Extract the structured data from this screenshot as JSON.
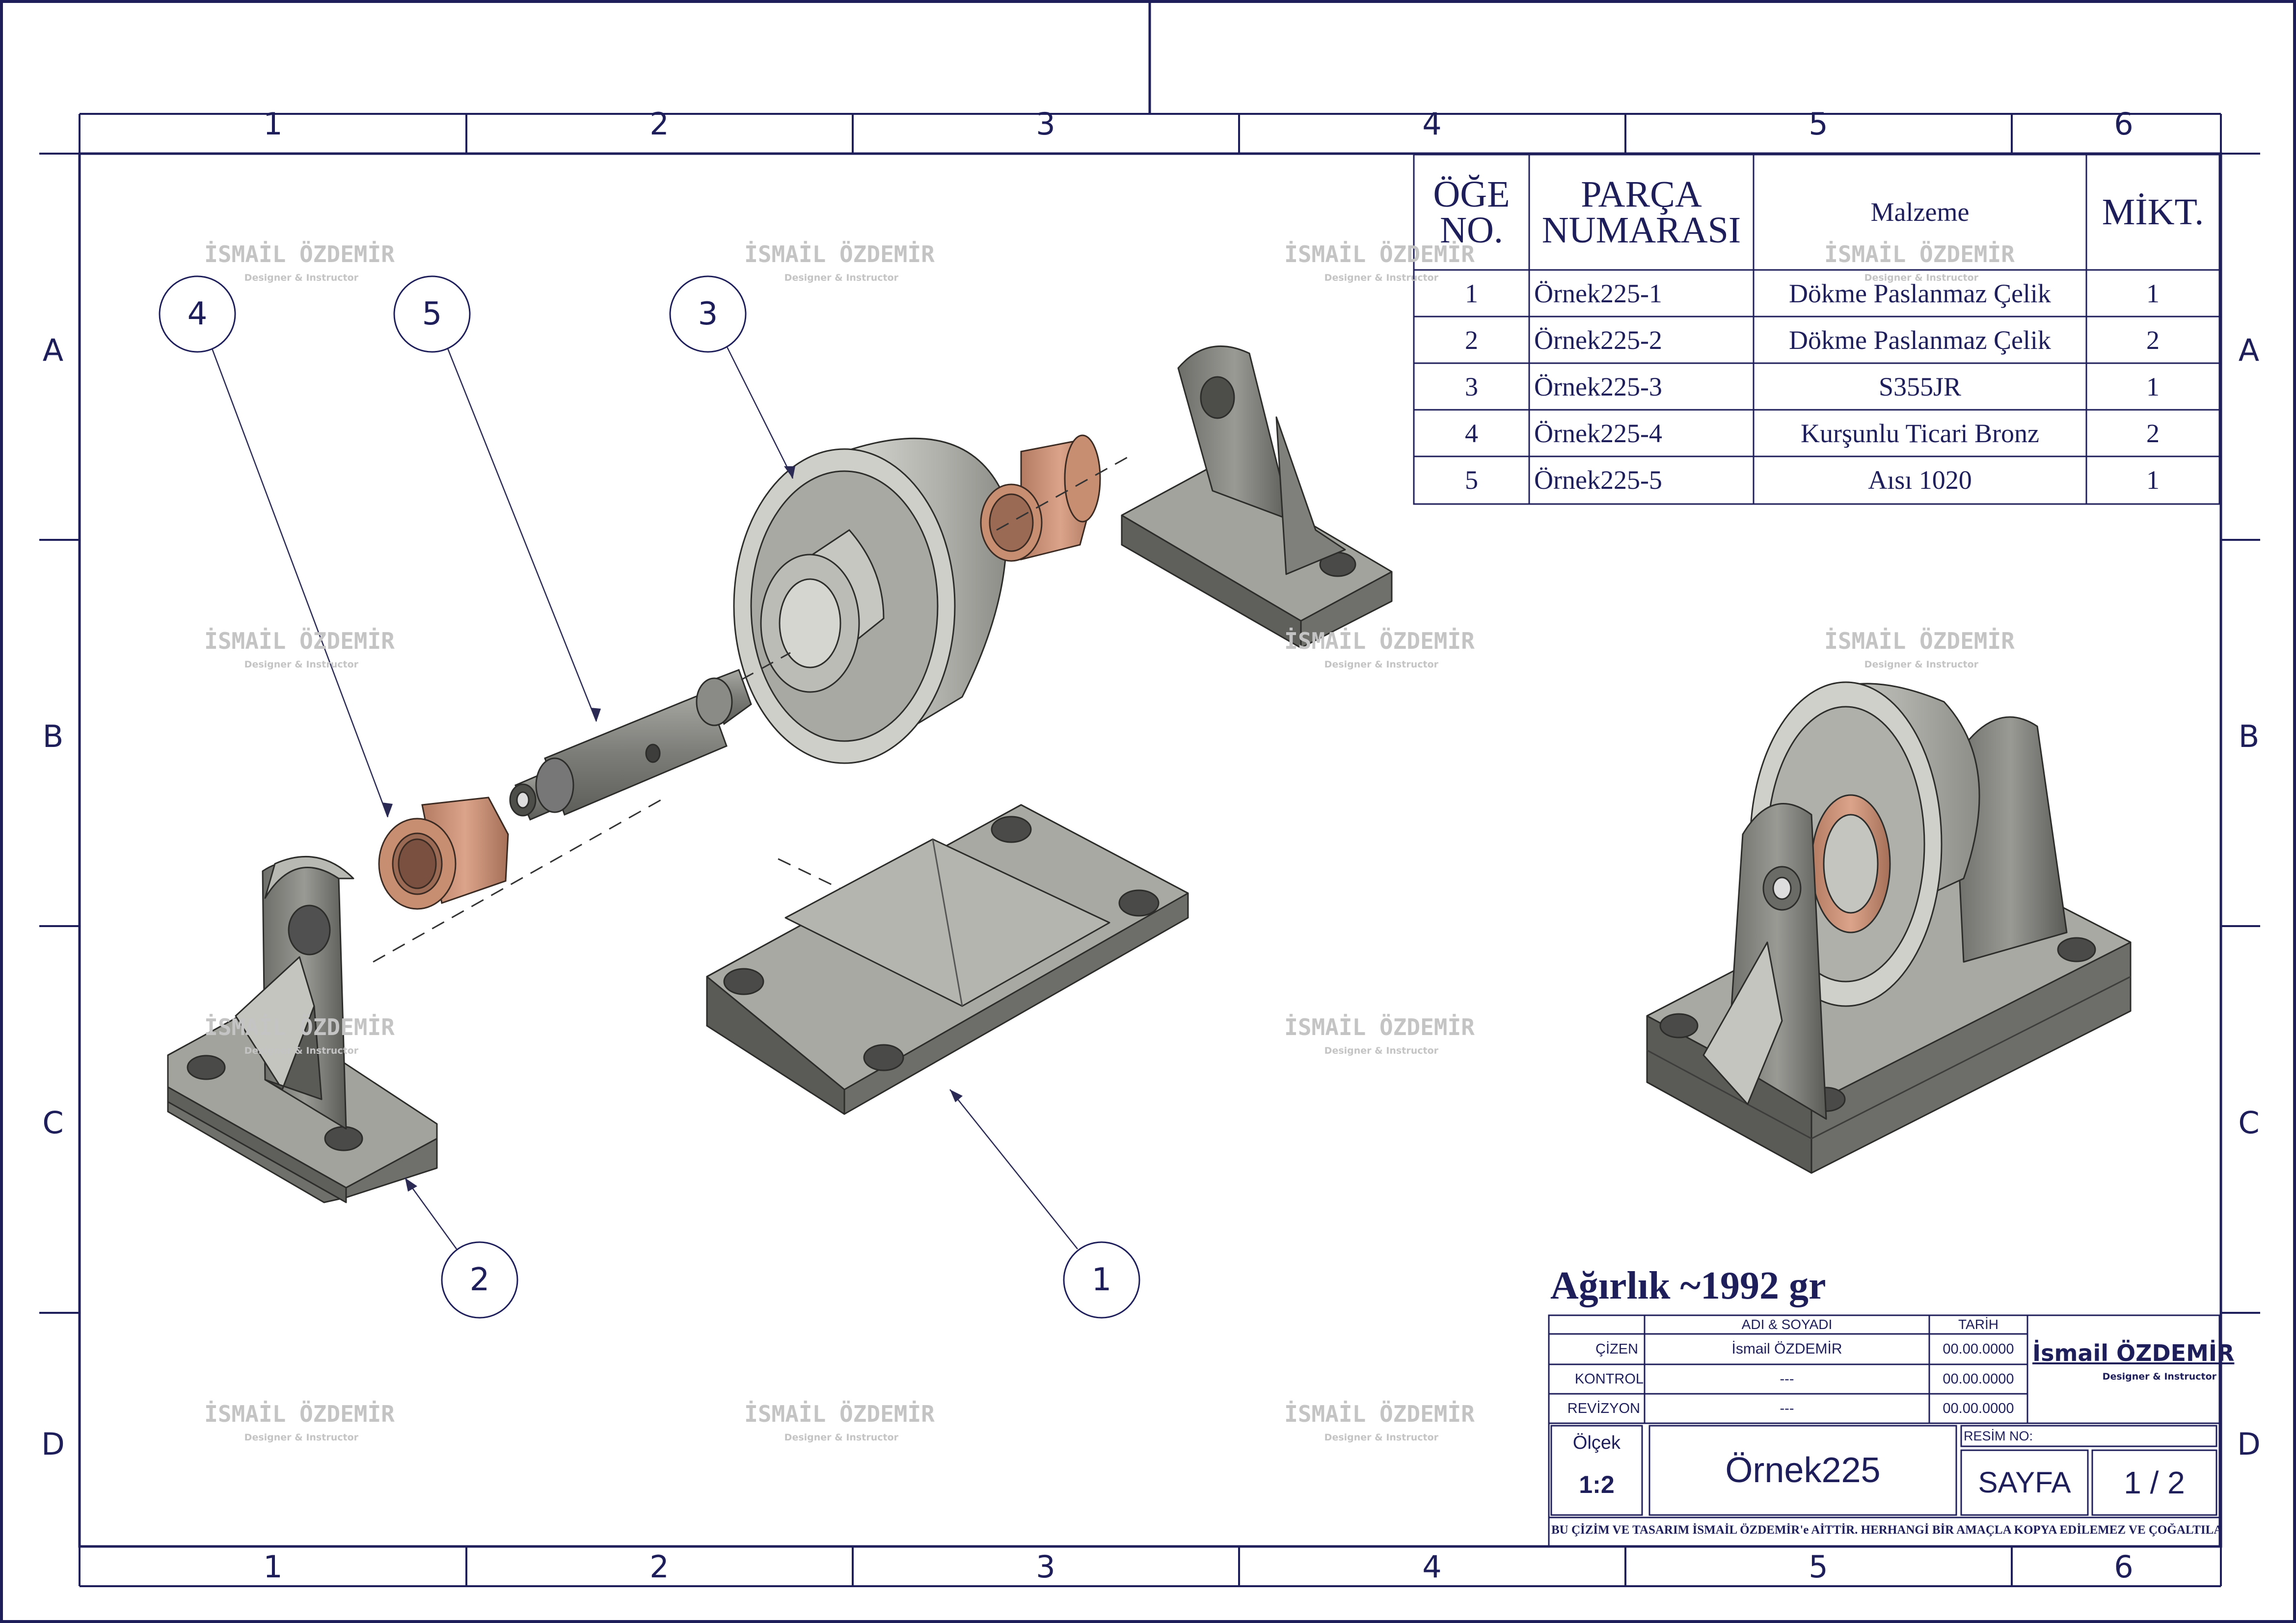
{
  "frame": {
    "columns": [
      "1",
      "2",
      "3",
      "4",
      "5",
      "6"
    ],
    "rows": [
      "A",
      "B",
      "C",
      "D"
    ]
  },
  "watermark": {
    "name": "İSMAİL ÖZDEMİR",
    "subtitle": "Designer & Instructor"
  },
  "bom": {
    "headers": {
      "item": "ÖĞE NO.",
      "part": "PARÇA NUMARASI",
      "material": "Malzeme",
      "qty": "MİKT."
    },
    "rows": [
      {
        "item": "1",
        "part": "Örnek225-1",
        "material": "Dökme Paslanmaz Çelik",
        "qty": "1"
      },
      {
        "item": "2",
        "part": "Örnek225-2",
        "material": "Dökme Paslanmaz Çelik",
        "qty": "2"
      },
      {
        "item": "3",
        "part": "Örnek225-3",
        "material": "S355JR",
        "qty": "1"
      },
      {
        "item": "4",
        "part": "Örnek225-4",
        "material": "Kurşunlu Ticari Bronz",
        "qty": "2"
      },
      {
        "item": "5",
        "part": "Örnek225-5",
        "material": "Aısı 1020",
        "qty": "1"
      }
    ]
  },
  "balloons": [
    "4",
    "5",
    "3",
    "2",
    "1"
  ],
  "weight": "Ağırlık ~1992 gr",
  "title_block": {
    "col_name": "ADI & SOYADI",
    "col_date": "TARİH",
    "drawn_label": "ÇİZEN",
    "drawn_name": "İsmail ÖZDEMİR",
    "drawn_date": "00.00.0000",
    "check_label": "KONTROL",
    "check_name": "---",
    "check_date": "00.00.0000",
    "rev_label": "REVİZYON",
    "rev_name": "---",
    "rev_date": "00.00.0000",
    "scale_label": "Ölçek",
    "scale_value": "1:2",
    "drawing_title": "Örnek225",
    "drawing_no_label": "RESİM NO:",
    "sheet_label": "SAYFA",
    "sheet_value": "1 / 2",
    "brand_name": "İsmail ÖZDEMİR",
    "brand_sub": "Designer & Instructor",
    "legal": "BU ÇİZİM VE TASARIM İSMAİL ÖZDEMİR'e AİTTİR. HERHANGİ BİR AMAÇLA KOPYA EDİLEMEZ VE ÇOĞALTILAMAZ."
  },
  "colors": {
    "ink": "#1e1e5a",
    "steel": "#8e8e8a",
    "steel_light": "#b9b9b4",
    "steel_dark": "#5f5f5c",
    "bronze": "#c98f74",
    "bronze_dark": "#9a6a55",
    "watermark": "#c4c4c4"
  }
}
